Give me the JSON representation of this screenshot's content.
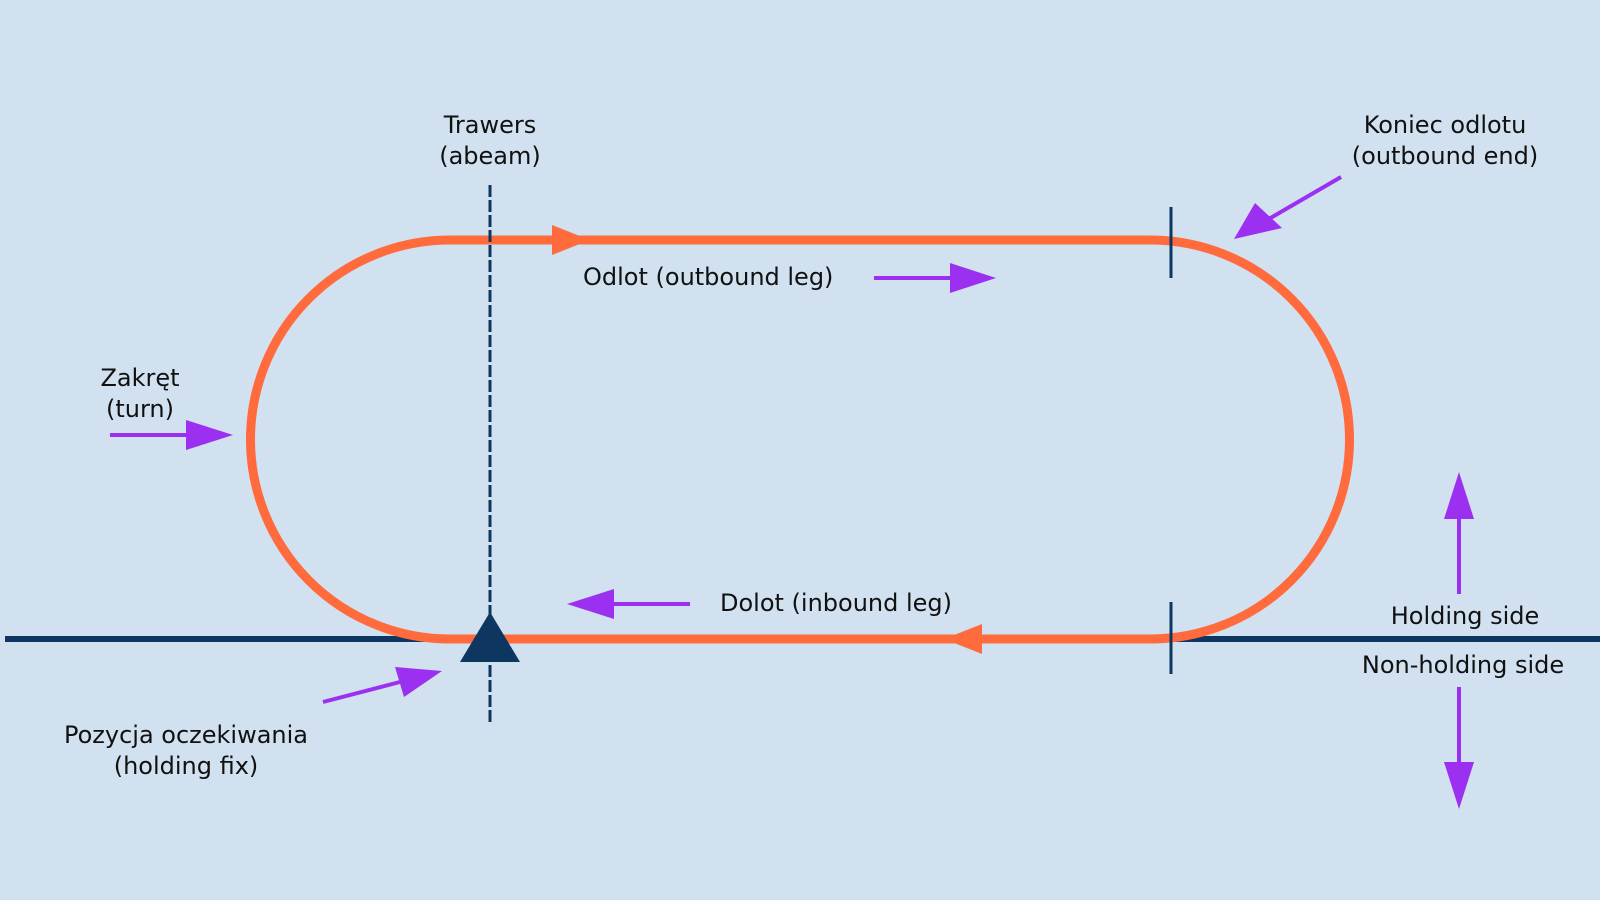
{
  "colors": {
    "background": "#d1e1f0",
    "track": "#ff6b3d",
    "baseline": "#0d3660",
    "annotation_arrow": "#9b30f0",
    "text": "#111111"
  },
  "labels": {
    "abeam": [
      "Trawers",
      "(abeam)"
    ],
    "outbound_end": [
      "Koniec odlotu",
      "(outbound end)"
    ],
    "outbound_leg": "Odlot (outbound leg)",
    "inbound_leg": "Dolot (inbound leg)",
    "turn": [
      "Zakręt",
      "(turn)"
    ],
    "holding_fix": [
      "Pozycja oczekiwania",
      "(holding fix)"
    ],
    "holding_side": "Holding side",
    "non_holding_side": "Non-holding side"
  }
}
